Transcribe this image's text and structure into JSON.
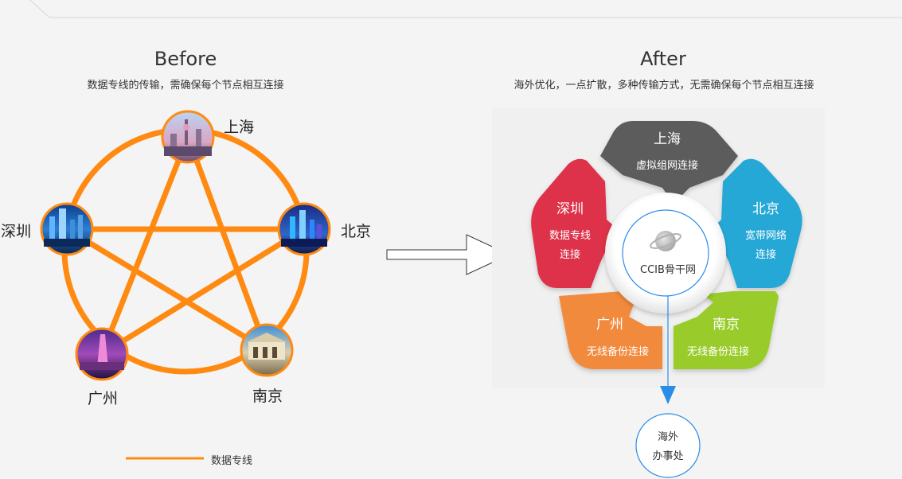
{
  "before": {
    "title": "Before",
    "subtitle": "数据专线的传输，需确保每个节点相互连接",
    "cities": {
      "shanghai": "上海",
      "beijing": "北京",
      "nanjing": "南京",
      "guangzhou": "广州",
      "shenzhen": "深圳"
    },
    "legend_label": "数据专线"
  },
  "after": {
    "title": "After",
    "subtitle": "海外优化，一点扩散，多种传输方式，无需确保每个节点相互连接",
    "center_label": "CCIB骨干网",
    "segments": {
      "shanghai": {
        "city": "上海",
        "line1": "虚拟组网连接",
        "line2": ""
      },
      "beijing": {
        "city": "北京",
        "line1": "宽带网络",
        "line2": "连接"
      },
      "nanjing": {
        "city": "南京",
        "line1": "无线备份连接",
        "line2": ""
      },
      "guangzhou": {
        "city": "广州",
        "line1": "无线备份连接",
        "line2": ""
      },
      "shenzhen": {
        "city": "深圳",
        "line1": "数据专线",
        "line2": "连接"
      }
    },
    "office": {
      "line1": "海外",
      "line2": "办事处"
    }
  },
  "colors": {
    "orange_line": "#ff8a12",
    "shanghai": "#5b5b5b",
    "beijing": "#27a8d6",
    "nanjing": "#99cc2b",
    "guangzhou": "#f28a3c",
    "shenzhen": "#dd3149",
    "accent_blue": "#2b8ce8"
  }
}
